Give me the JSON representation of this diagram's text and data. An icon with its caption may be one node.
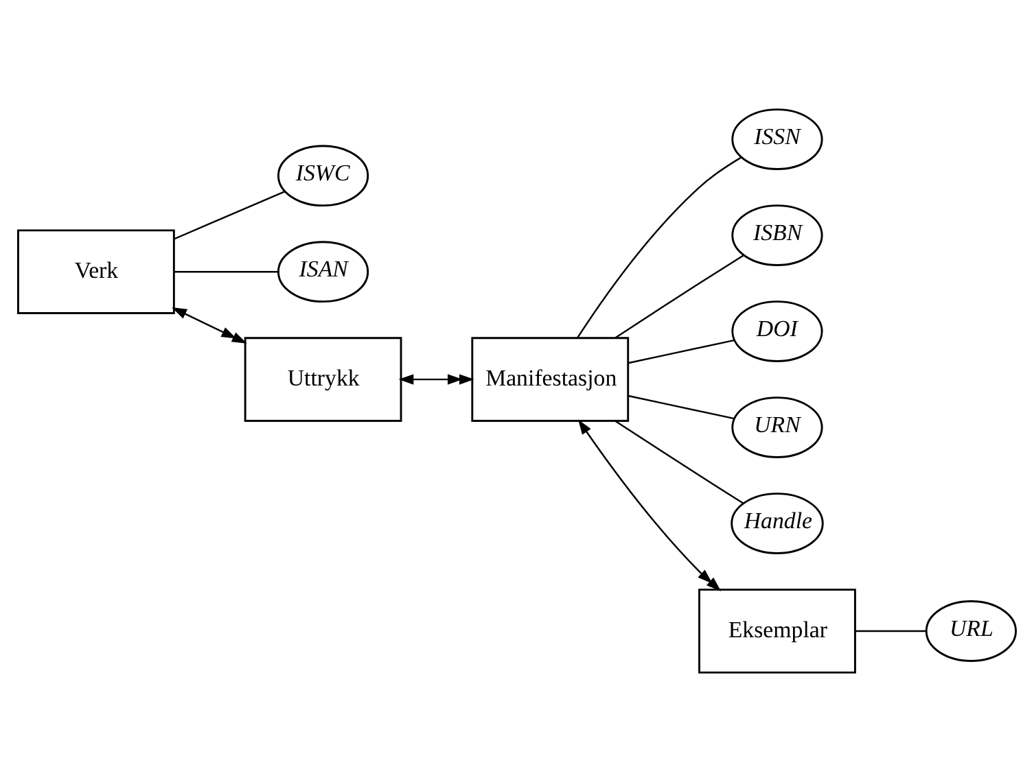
{
  "diagram": {
    "nodes": [
      {
        "text": [
          "Verk"
        ]
      },
      {
        "text": [
          "ISWC"
        ]
      },
      {
        "text": [
          "ISAN"
        ]
      },
      {
        "text": [
          "Uttrykk"
        ]
      },
      {
        "text": [
          "ISSN"
        ]
      },
      {
        "text": [
          "ISBN"
        ]
      },
      {
        "text": [
          "DOI"
        ]
      },
      {
        "text": [
          "URN"
        ]
      },
      {
        "text": [
          "Handle"
        ]
      },
      {
        "text": [
          "Manifestasjon"
        ]
      },
      {
        "text": [
          "Eksemplar"
        ]
      },
      {
        "text": [
          "URL"
        ]
      }
    ],
    "edges": [
      {
        "from": 0,
        "to": 1,
        "arrow": "none"
      },
      {
        "from": 0,
        "to": 2,
        "arrow": "none"
      },
      {
        "from": 0,
        "to": 3,
        "arrow": "both"
      },
      {
        "from": 9,
        "to": 4,
        "arrow": "none"
      },
      {
        "from": 9,
        "to": 5,
        "arrow": "none"
      },
      {
        "from": 9,
        "to": 6,
        "arrow": "none"
      },
      {
        "from": 9,
        "to": 7,
        "arrow": "none"
      },
      {
        "from": 9,
        "to": 8,
        "arrow": "none"
      },
      {
        "from": 3,
        "to": 9,
        "arrow": "both"
      },
      {
        "from": 9,
        "to": 10,
        "arrow": "both"
      },
      {
        "from": 10,
        "to": 11,
        "arrow": "none"
      }
    ]
  }
}
